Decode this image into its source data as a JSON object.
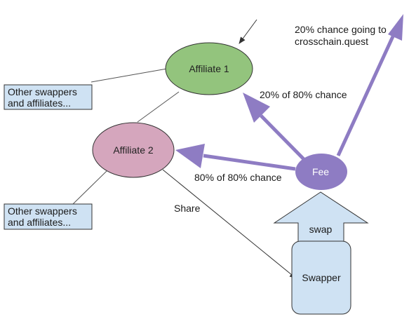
{
  "diagram": {
    "nodes": {
      "affiliate1": {
        "label": "Affiliate 1",
        "color": "#93c47d"
      },
      "affiliate2": {
        "label": "Affiliate 2",
        "color": "#d5a6bd"
      },
      "fee": {
        "label": "Fee",
        "color": "#8e7cc3"
      },
      "swap": {
        "label": "swap",
        "color": "#cfe2f3"
      },
      "swapper": {
        "label": "Swapper",
        "color": "#cfe2f3"
      },
      "others_top": {
        "line1": "Other swappers",
        "line2": "and affiliates...",
        "color": "#cfe2f3"
      },
      "others_bottom": {
        "line1": "Other swappers",
        "line2": "and affiliates...",
        "color": "#cfe2f3"
      }
    },
    "edge_labels": {
      "to_crosschain_line1": "20% chance going to",
      "to_crosschain_line2": "crosschain.quest",
      "to_affiliate1": "20% of 80% chance",
      "to_affiliate2": "80% of 80% chance",
      "share": "Share"
    },
    "arrow_color": "#8e7cc3"
  }
}
